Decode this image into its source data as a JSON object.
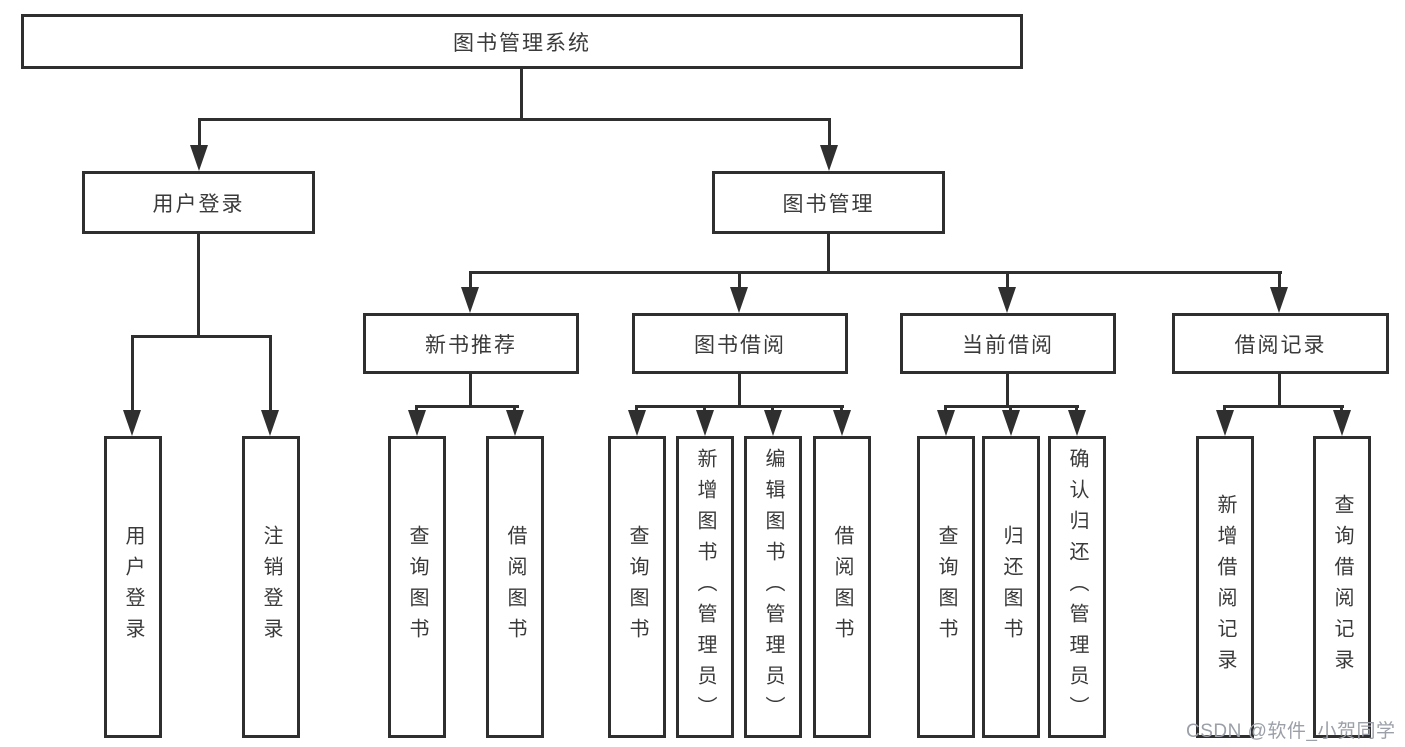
{
  "tree": {
    "label": "图书管理系统",
    "children": [
      {
        "label": "用户登录",
        "children": [
          {
            "label": "用户登录"
          },
          {
            "label": "注销登录"
          }
        ]
      },
      {
        "label": "图书管理",
        "children": [
          {
            "label": "新书推荐",
            "children": [
              {
                "label": "查询图书"
              },
              {
                "label": "借阅图书"
              }
            ]
          },
          {
            "label": "图书借阅",
            "children": [
              {
                "label": "查询图书"
              },
              {
                "label": "新增图书（管理员）"
              },
              {
                "label": "编辑图书（管理员）"
              },
              {
                "label": "借阅图书"
              }
            ]
          },
          {
            "label": "当前借阅",
            "children": [
              {
                "label": "查询图书"
              },
              {
                "label": "归还图书"
              },
              {
                "label": "确认归还（管理员）"
              }
            ]
          },
          {
            "label": "借阅记录",
            "children": [
              {
                "label": "新增借阅记录"
              },
              {
                "label": "查询借阅记录"
              }
            ]
          }
        ]
      }
    ]
  },
  "watermark": {
    "text": "CSDN @软件_小贺同学"
  },
  "colors": {
    "line": "#2f2f2f",
    "box_border": "#2f2f2f",
    "text": "#3a3a3a",
    "background": "#ffffff",
    "watermark": "#9ba0a8"
  }
}
